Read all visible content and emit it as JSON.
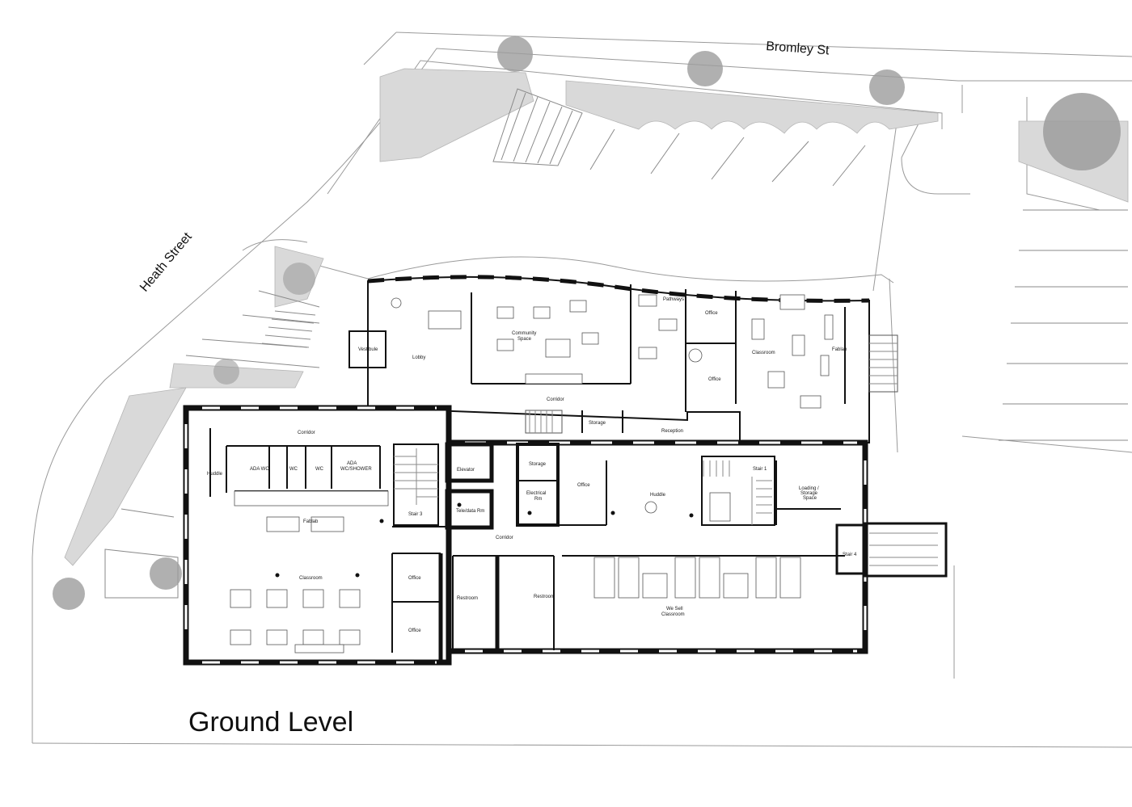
{
  "drawing": {
    "title": "Ground Level",
    "streets": {
      "north": "Bromley St",
      "west": "Heath Street"
    },
    "rooms": {
      "vestibule": "Vestibule",
      "lobby": "Lobby",
      "community_space_1": "Community",
      "community_space_2": "Space",
      "pathways": "Pathways",
      "office_north_1": "Office",
      "office_north_2": "Office",
      "classroom_north": "Classroom",
      "fablab_north": "Fablab",
      "corridor_north": "Corridor",
      "storage_north": "Storage",
      "reception": "Reception",
      "corridor_west": "Corridor",
      "ada_wc": "ADA WC",
      "wc_1": "WC",
      "wc_2": "WC",
      "ada_shower_1": "ADA",
      "ada_shower_2": "WC/SHOWER",
      "huddle_west": "Huddle",
      "fablab_west": "Fablab",
      "stair_3": "Stair 3",
      "elevator": "Elevator",
      "tele_data": "Tele/data Rm",
      "storage_center": "Storage",
      "electrical_1": "Electrical",
      "electrical_2": "Rm",
      "office_center": "Office",
      "huddle_center": "Huddle",
      "stair_1": "Stair 1",
      "loading_1": "Loading /",
      "loading_2": "Storage",
      "loading_3": "Space",
      "corridor_south": "Corridor",
      "stair_4": "Stair 4",
      "classroom_west": "Classroom",
      "office_sw_1": "Office",
      "office_sw_2": "Office",
      "restroom_1": "Restroom",
      "restroom_2": "Restroom",
      "we_sell_1": "We Sell",
      "we_sell_2": "Classroom"
    }
  }
}
